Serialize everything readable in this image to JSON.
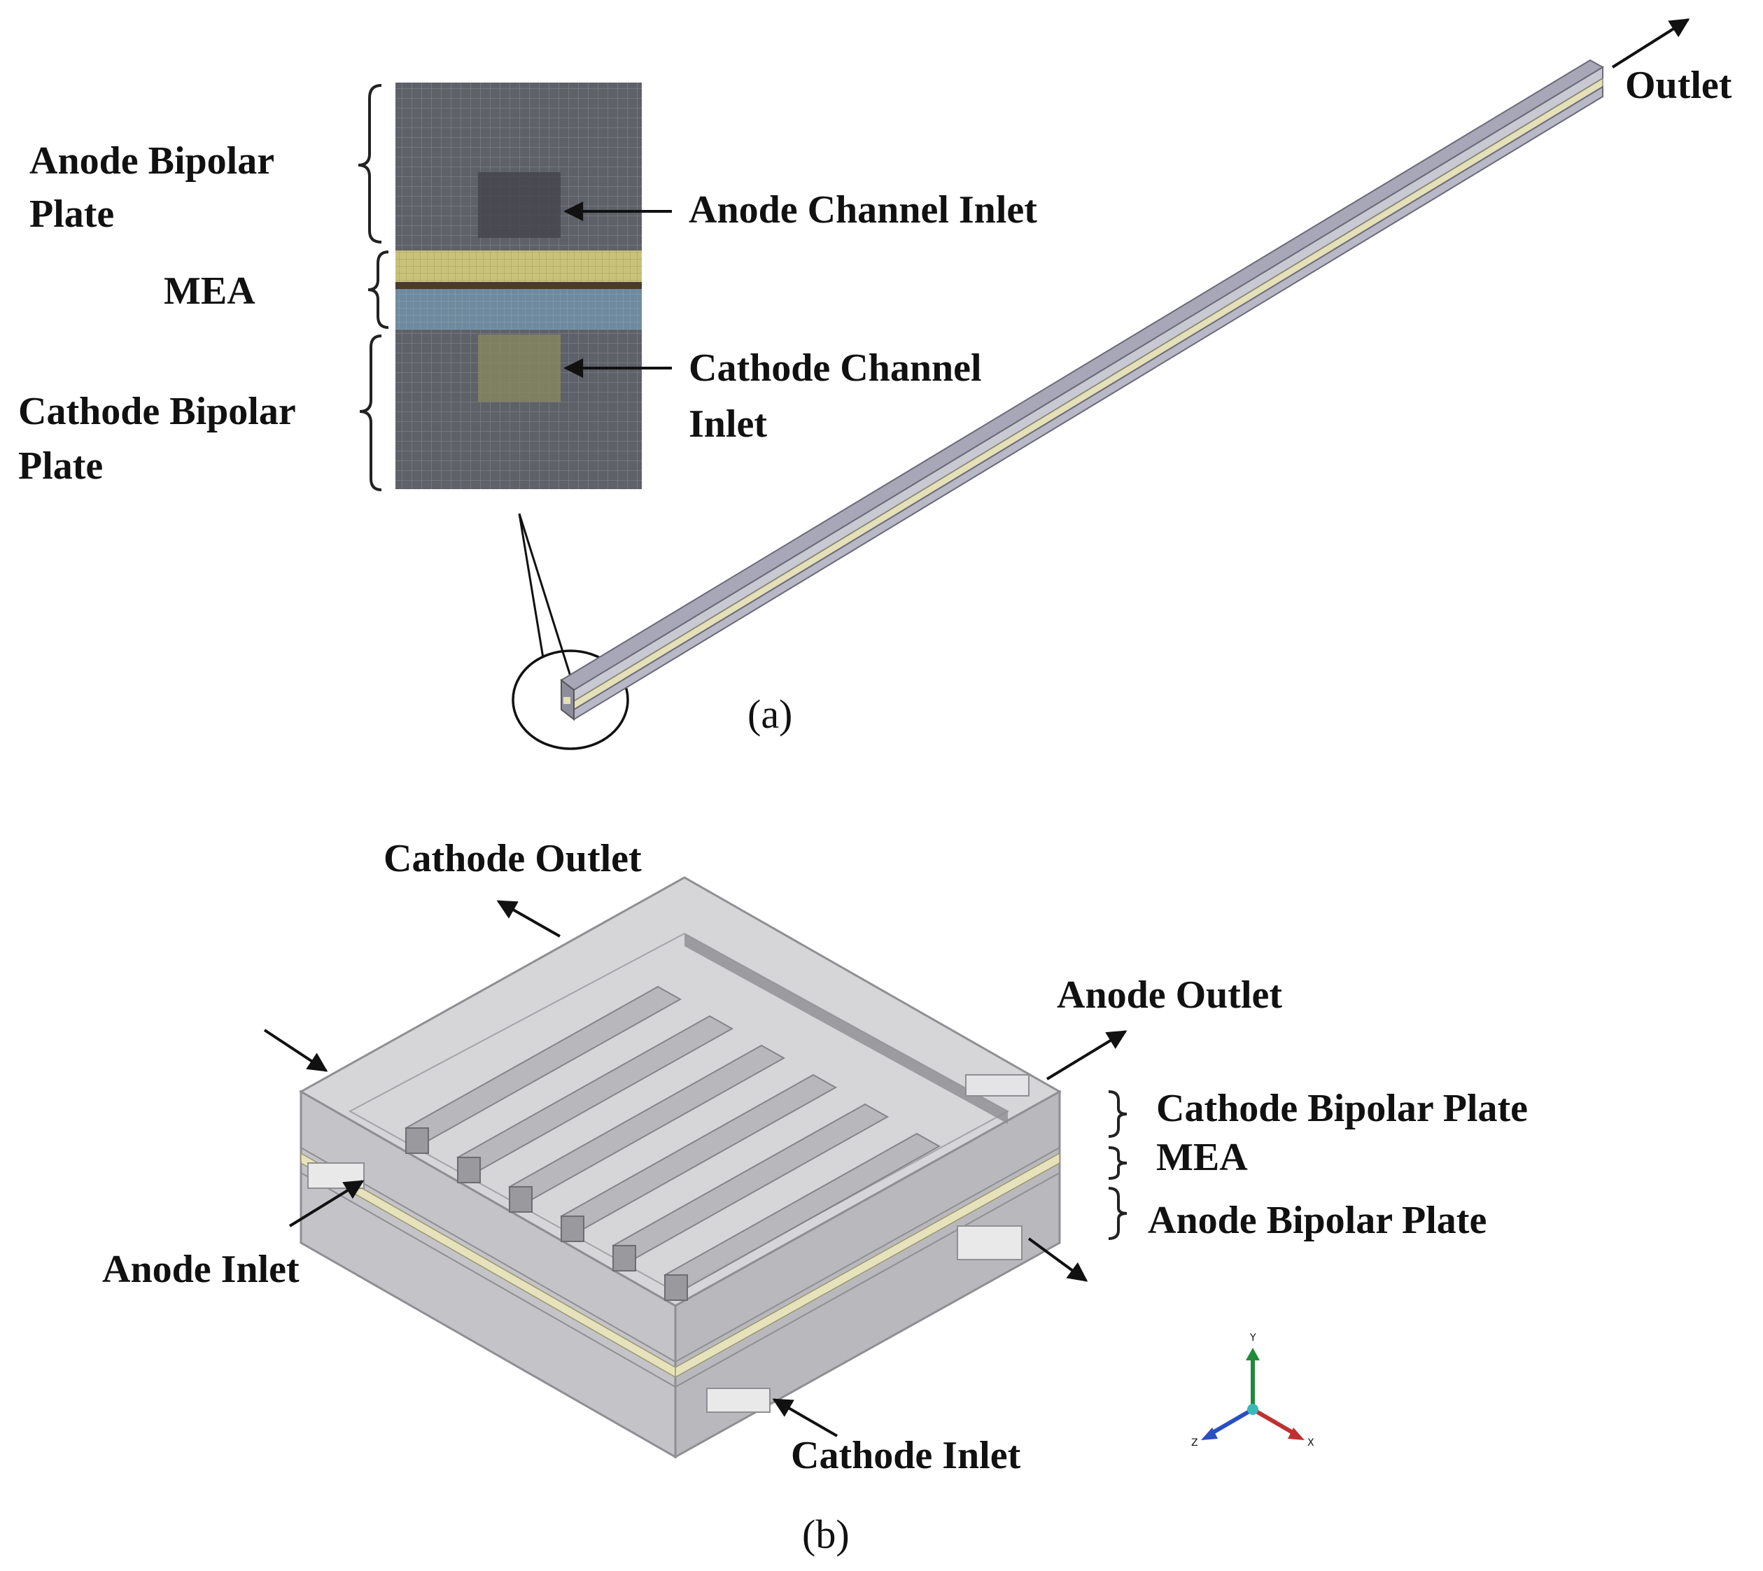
{
  "panel_a": {
    "caption": "(a)",
    "labels": {
      "anode_bipolar_plate_line1": "Anode Bipolar",
      "anode_bipolar_plate_line2": "Plate",
      "mea": "MEA",
      "cathode_bipolar_plate_line1": "Cathode Bipolar",
      "cathode_bipolar_plate_line2": "Plate",
      "anode_channel_inlet": "Anode Channel Inlet",
      "cathode_channel_inlet_line1": "Cathode Channel",
      "cathode_channel_inlet_line2": "Inlet",
      "outlet": "Outlet"
    }
  },
  "panel_b": {
    "caption": "(b)",
    "labels": {
      "cathode_outlet": "Cathode Outlet",
      "anode_outlet": "Anode Outlet",
      "cathode_bipolar_plate": "Cathode Bipolar Plate",
      "mea": "MEA",
      "anode_bipolar_plate": "Anode Bipolar Plate",
      "anode_inlet": "Anode Inlet",
      "cathode_inlet": "Cathode Inlet"
    },
    "axis_triad": {
      "up": "Y",
      "left": "Z",
      "right": "X"
    }
  },
  "colors": {
    "mesh_gray": "#5e6068",
    "mea_yellow": "#c9c27a",
    "mea_blue": "#6f8a9e",
    "plate_gray": "#c9c9cc",
    "axis_y": "#1f8a3a",
    "axis_x": "#c03030",
    "axis_z": "#2a4fc0"
  }
}
